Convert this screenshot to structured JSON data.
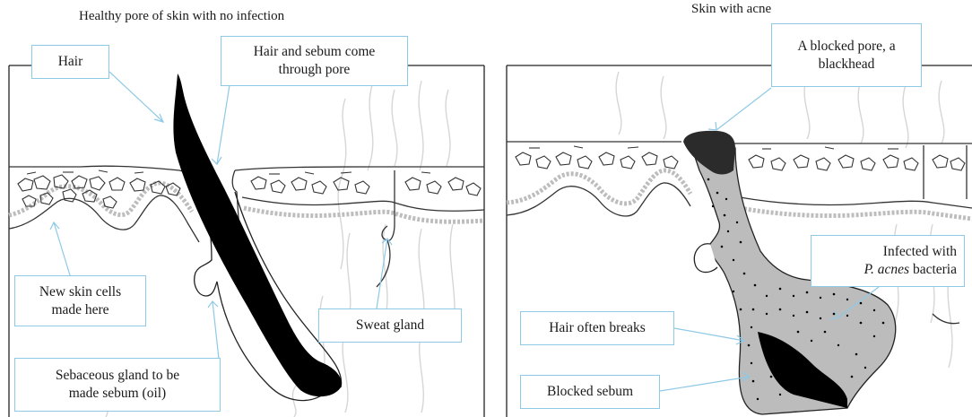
{
  "left_panel": {
    "title": "Healthy pore of skin with no infection",
    "labels": {
      "hair": "Hair",
      "hair_sebum": [
        "Hair and sebum come",
        "through pore"
      ],
      "new_cells": [
        "New skin cells",
        "made here"
      ],
      "sweat_gland": "Sweat gland",
      "sebaceous": [
        "Sebaceous gland  to be",
        "made sebum (oil)"
      ]
    }
  },
  "right_panel": {
    "title": "Skin with acne",
    "labels": {
      "blocked_pore": [
        "A blocked pore, a",
        "blackhead"
      ],
      "infected": [
        "Infected with",
        "P. acnes",
        " bacteria"
      ],
      "hair_breaks": "Hair often breaks",
      "blocked_sebum": "Blocked sebum"
    }
  },
  "colors": {
    "leader_line": "#8ec9e6",
    "hair_black": "#000000",
    "blocked_gray": "#bcbcbc",
    "blackhead": "#2b2b2b",
    "outline": "#222222",
    "faint_tissue": "#d9d9d9"
  }
}
